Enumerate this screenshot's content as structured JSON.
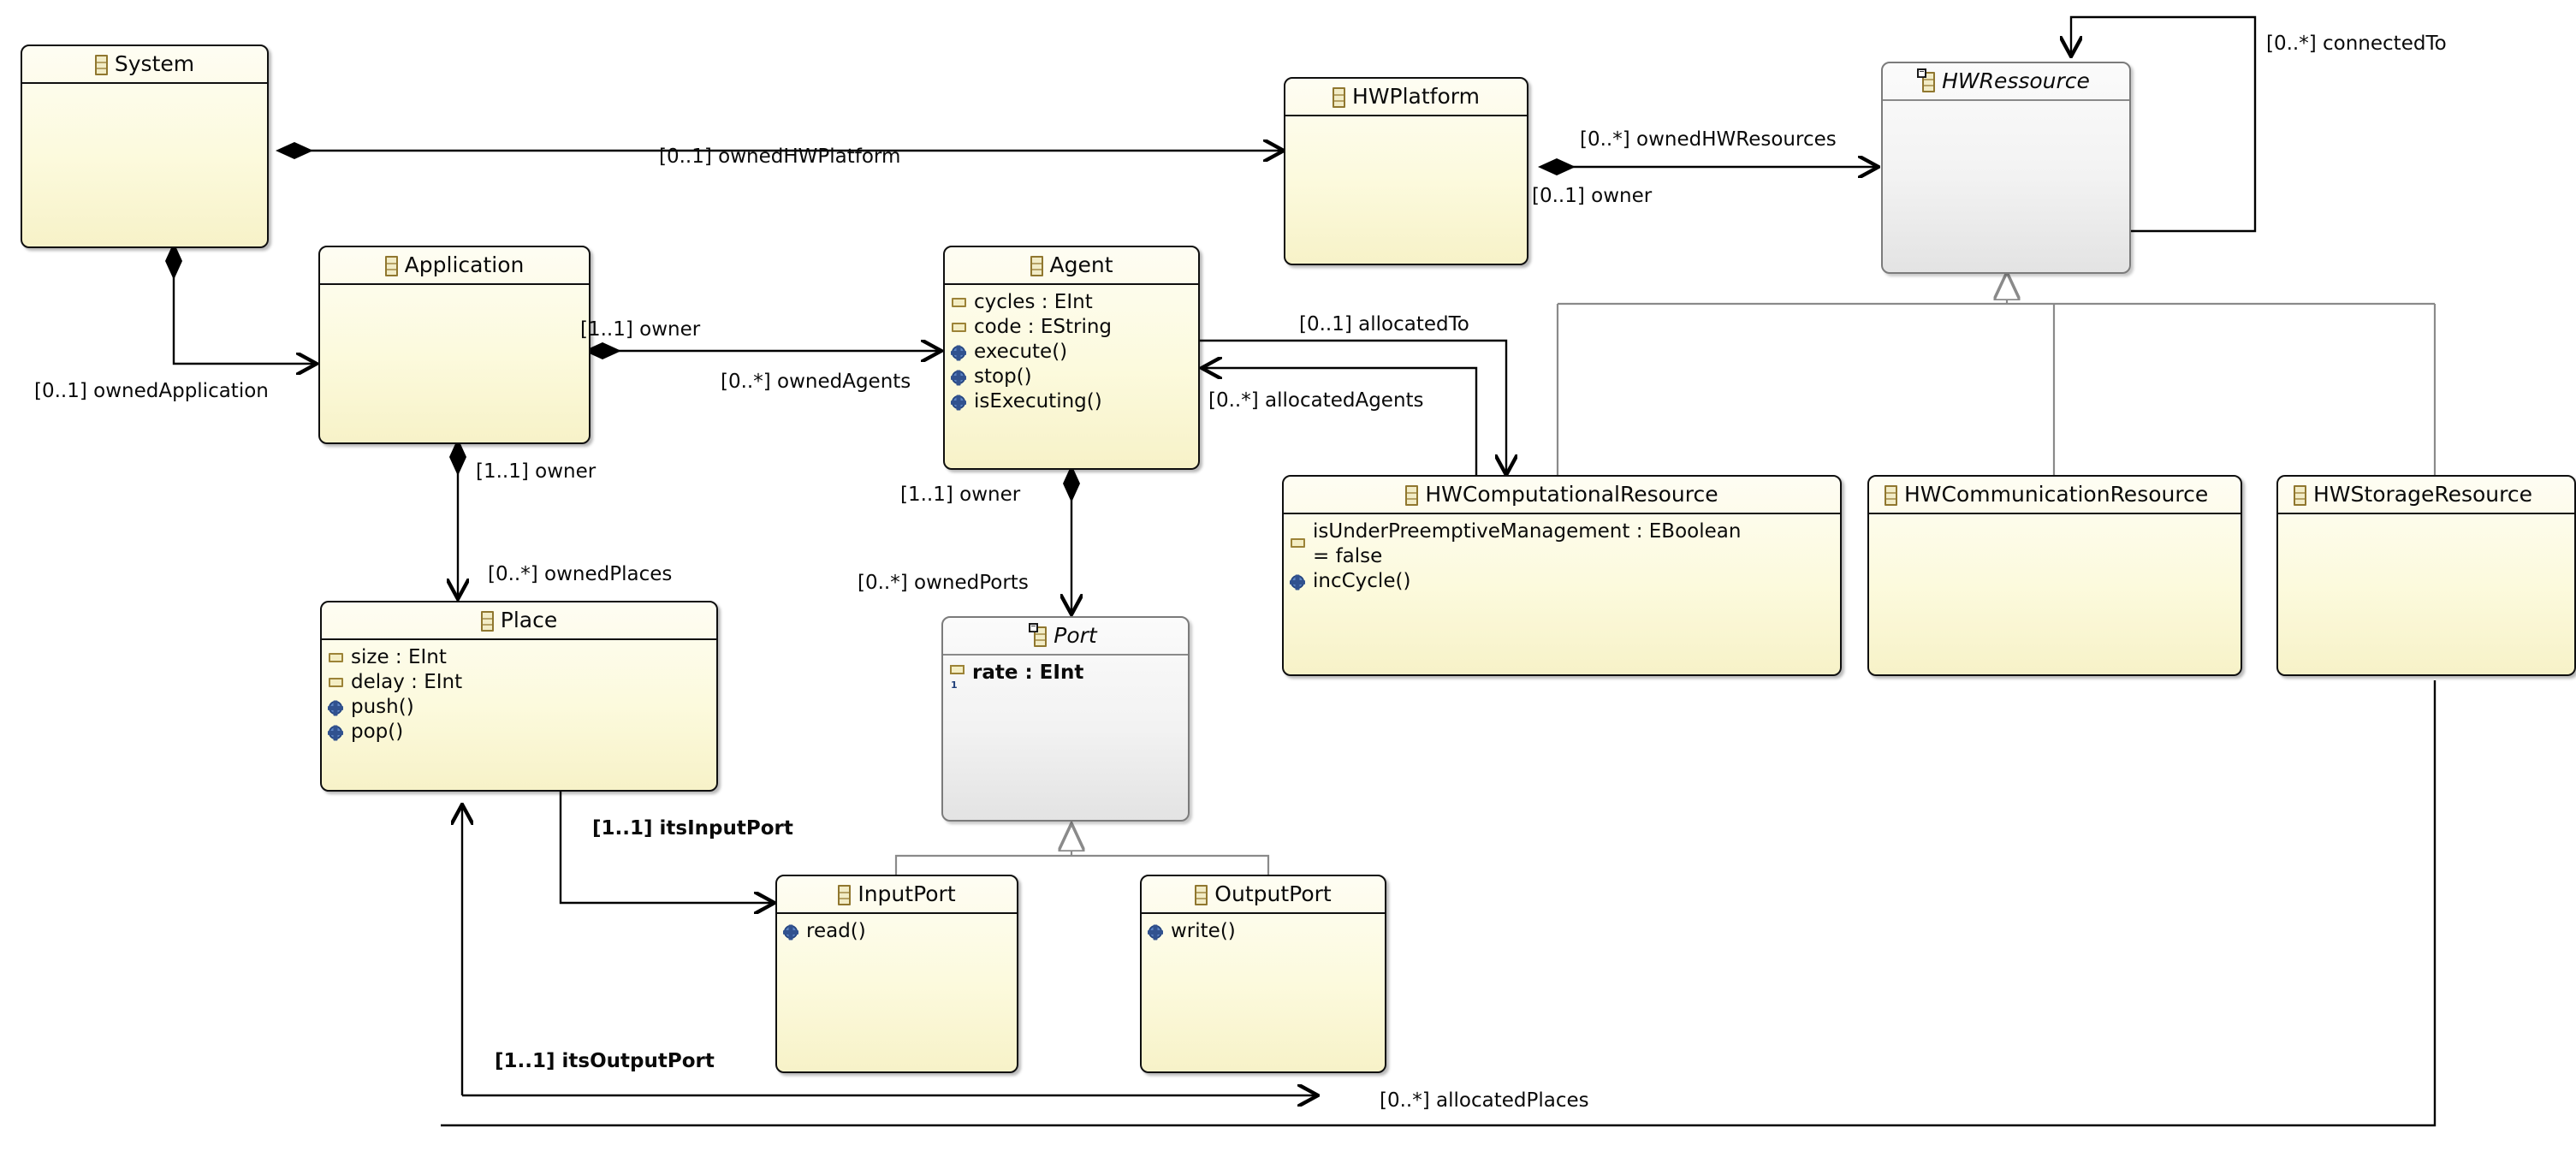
{
  "diagram": {
    "type": "uml-class-diagram",
    "title": "",
    "background": "#ffffff",
    "colors": {
      "class_fill": "#fcfadd",
      "class_border": "#0f0f0f",
      "abstract_fill": "#f2f2f2",
      "abstract_border": "#7b7b7b",
      "attribute_icon": "#f4eec4",
      "operation_icon": "#31528f",
      "generalization_line": "#808080",
      "association_line": "#000000"
    }
  },
  "classes": [
    {
      "id": "system",
      "name": "System",
      "abstract": false,
      "attributes": [],
      "operations": []
    },
    {
      "id": "application",
      "name": "Application",
      "abstract": false,
      "attributes": [],
      "operations": []
    },
    {
      "id": "agent",
      "name": "Agent",
      "abstract": false,
      "attributes": [
        "cycles : EInt",
        "code : EString"
      ],
      "operations": [
        "execute()",
        "stop()",
        "isExecuting()"
      ]
    },
    {
      "id": "place",
      "name": "Place",
      "abstract": false,
      "attributes": [
        "size : EInt",
        "delay : EInt"
      ],
      "operations": [
        "push()",
        "pop()"
      ]
    },
    {
      "id": "port",
      "name": "Port",
      "abstract": true,
      "attributes": [
        "rate : EInt"
      ],
      "operations": []
    },
    {
      "id": "inputport",
      "name": "InputPort",
      "abstract": false,
      "attributes": [],
      "operations": [
        "read()"
      ]
    },
    {
      "id": "outputport",
      "name": "OutputPort",
      "abstract": false,
      "attributes": [],
      "operations": [
        "write()"
      ]
    },
    {
      "id": "hwplatform",
      "name": "HWPlatform",
      "abstract": false,
      "attributes": [],
      "operations": []
    },
    {
      "id": "hwressource",
      "name": "HWRessource",
      "abstract": true,
      "attributes": [],
      "operations": []
    },
    {
      "id": "hwcomputationalresource",
      "name": "HWComputationalResource",
      "abstract": false,
      "attributes": [
        "isUnderPreemptiveManagement : EBoolean",
        "= false"
      ],
      "operations": [
        "incCycle()"
      ]
    },
    {
      "id": "hwcommunicationresource",
      "name": "HWCommunicationResource",
      "abstract": false,
      "attributes": [],
      "operations": []
    },
    {
      "id": "hwstorageresource",
      "name": "HWStorageResource",
      "abstract": false,
      "attributes": [],
      "operations": []
    }
  ],
  "associations": [
    {
      "id": "owned-hw-platform",
      "label": "[0..1] ownedHWPlatform",
      "from": "system",
      "to": "hwplatform",
      "kind": "composition",
      "bold": false
    },
    {
      "id": "owned-application",
      "label": "[0..1] ownedApplication",
      "from": "system",
      "to": "application",
      "kind": "composition",
      "bold": false
    },
    {
      "id": "owner-app-agent",
      "label": "[1..1] owner",
      "from": "agent",
      "to": "application",
      "kind": "role",
      "bold": false
    },
    {
      "id": "owned-agents",
      "label": "[0..*] ownedAgents",
      "from": "application",
      "to": "agent",
      "kind": "composition",
      "bold": false
    },
    {
      "id": "owner-app-place",
      "label": "[1..1] owner",
      "from": "place",
      "to": "application",
      "kind": "role",
      "bold": false
    },
    {
      "id": "owned-places",
      "label": "[0..*] ownedPlaces",
      "from": "application",
      "to": "place",
      "kind": "composition",
      "bold": false
    },
    {
      "id": "owner-agent-port",
      "label": "[1..1] owner",
      "from": "port",
      "to": "agent",
      "kind": "role",
      "bold": false
    },
    {
      "id": "owned-ports",
      "label": "[0..*] ownedPorts",
      "from": "agent",
      "to": "port",
      "kind": "composition",
      "bold": false
    },
    {
      "id": "its-input-port",
      "label": "[1..1] itsInputPort",
      "from": "place",
      "to": "inputport",
      "kind": "association",
      "bold": true
    },
    {
      "id": "its-output-port",
      "label": "[1..1] itsOutputPort",
      "from": "place",
      "to": "outputport",
      "kind": "association",
      "bold": true
    },
    {
      "id": "owned-hw-resources",
      "label": "[0..*] ownedHWResources",
      "from": "hwplatform",
      "to": "hwressource",
      "kind": "composition",
      "bold": false
    },
    {
      "id": "owner-hwplatform",
      "label": "[0..1] owner",
      "from": "hwressource",
      "to": "hwplatform",
      "kind": "role",
      "bold": false
    },
    {
      "id": "connected-to",
      "label": "[0..*] connectedTo",
      "from": "hwressource",
      "to": "hwressource",
      "kind": "association",
      "bold": false
    },
    {
      "id": "allocated-to",
      "label": "[0..1] allocatedTo",
      "from": "agent",
      "to": "hwcomputationalresource",
      "kind": "association",
      "bold": false
    },
    {
      "id": "allocated-agents",
      "label": "[0..*] allocatedAgents",
      "from": "hwcomputationalresource",
      "to": "agent",
      "kind": "association",
      "bold": false
    },
    {
      "id": "allocated-places",
      "label": "[0..*] allocatedPlaces",
      "from": "hwstorageresource",
      "to": "place",
      "kind": "association",
      "bold": false
    }
  ],
  "generalizations": [
    {
      "id": "gen-inputport-port",
      "from": "inputport",
      "to": "port"
    },
    {
      "id": "gen-outputport-port",
      "from": "outputport",
      "to": "port"
    },
    {
      "id": "gen-hwcomp-hwres",
      "from": "hwcomputationalresource",
      "to": "hwressource"
    },
    {
      "id": "gen-hwcomm-hwres",
      "from": "hwcommunicationresource",
      "to": "hwressource"
    },
    {
      "id": "gen-hwstor-hwres",
      "from": "hwstorageresource",
      "to": "hwressource"
    }
  ]
}
